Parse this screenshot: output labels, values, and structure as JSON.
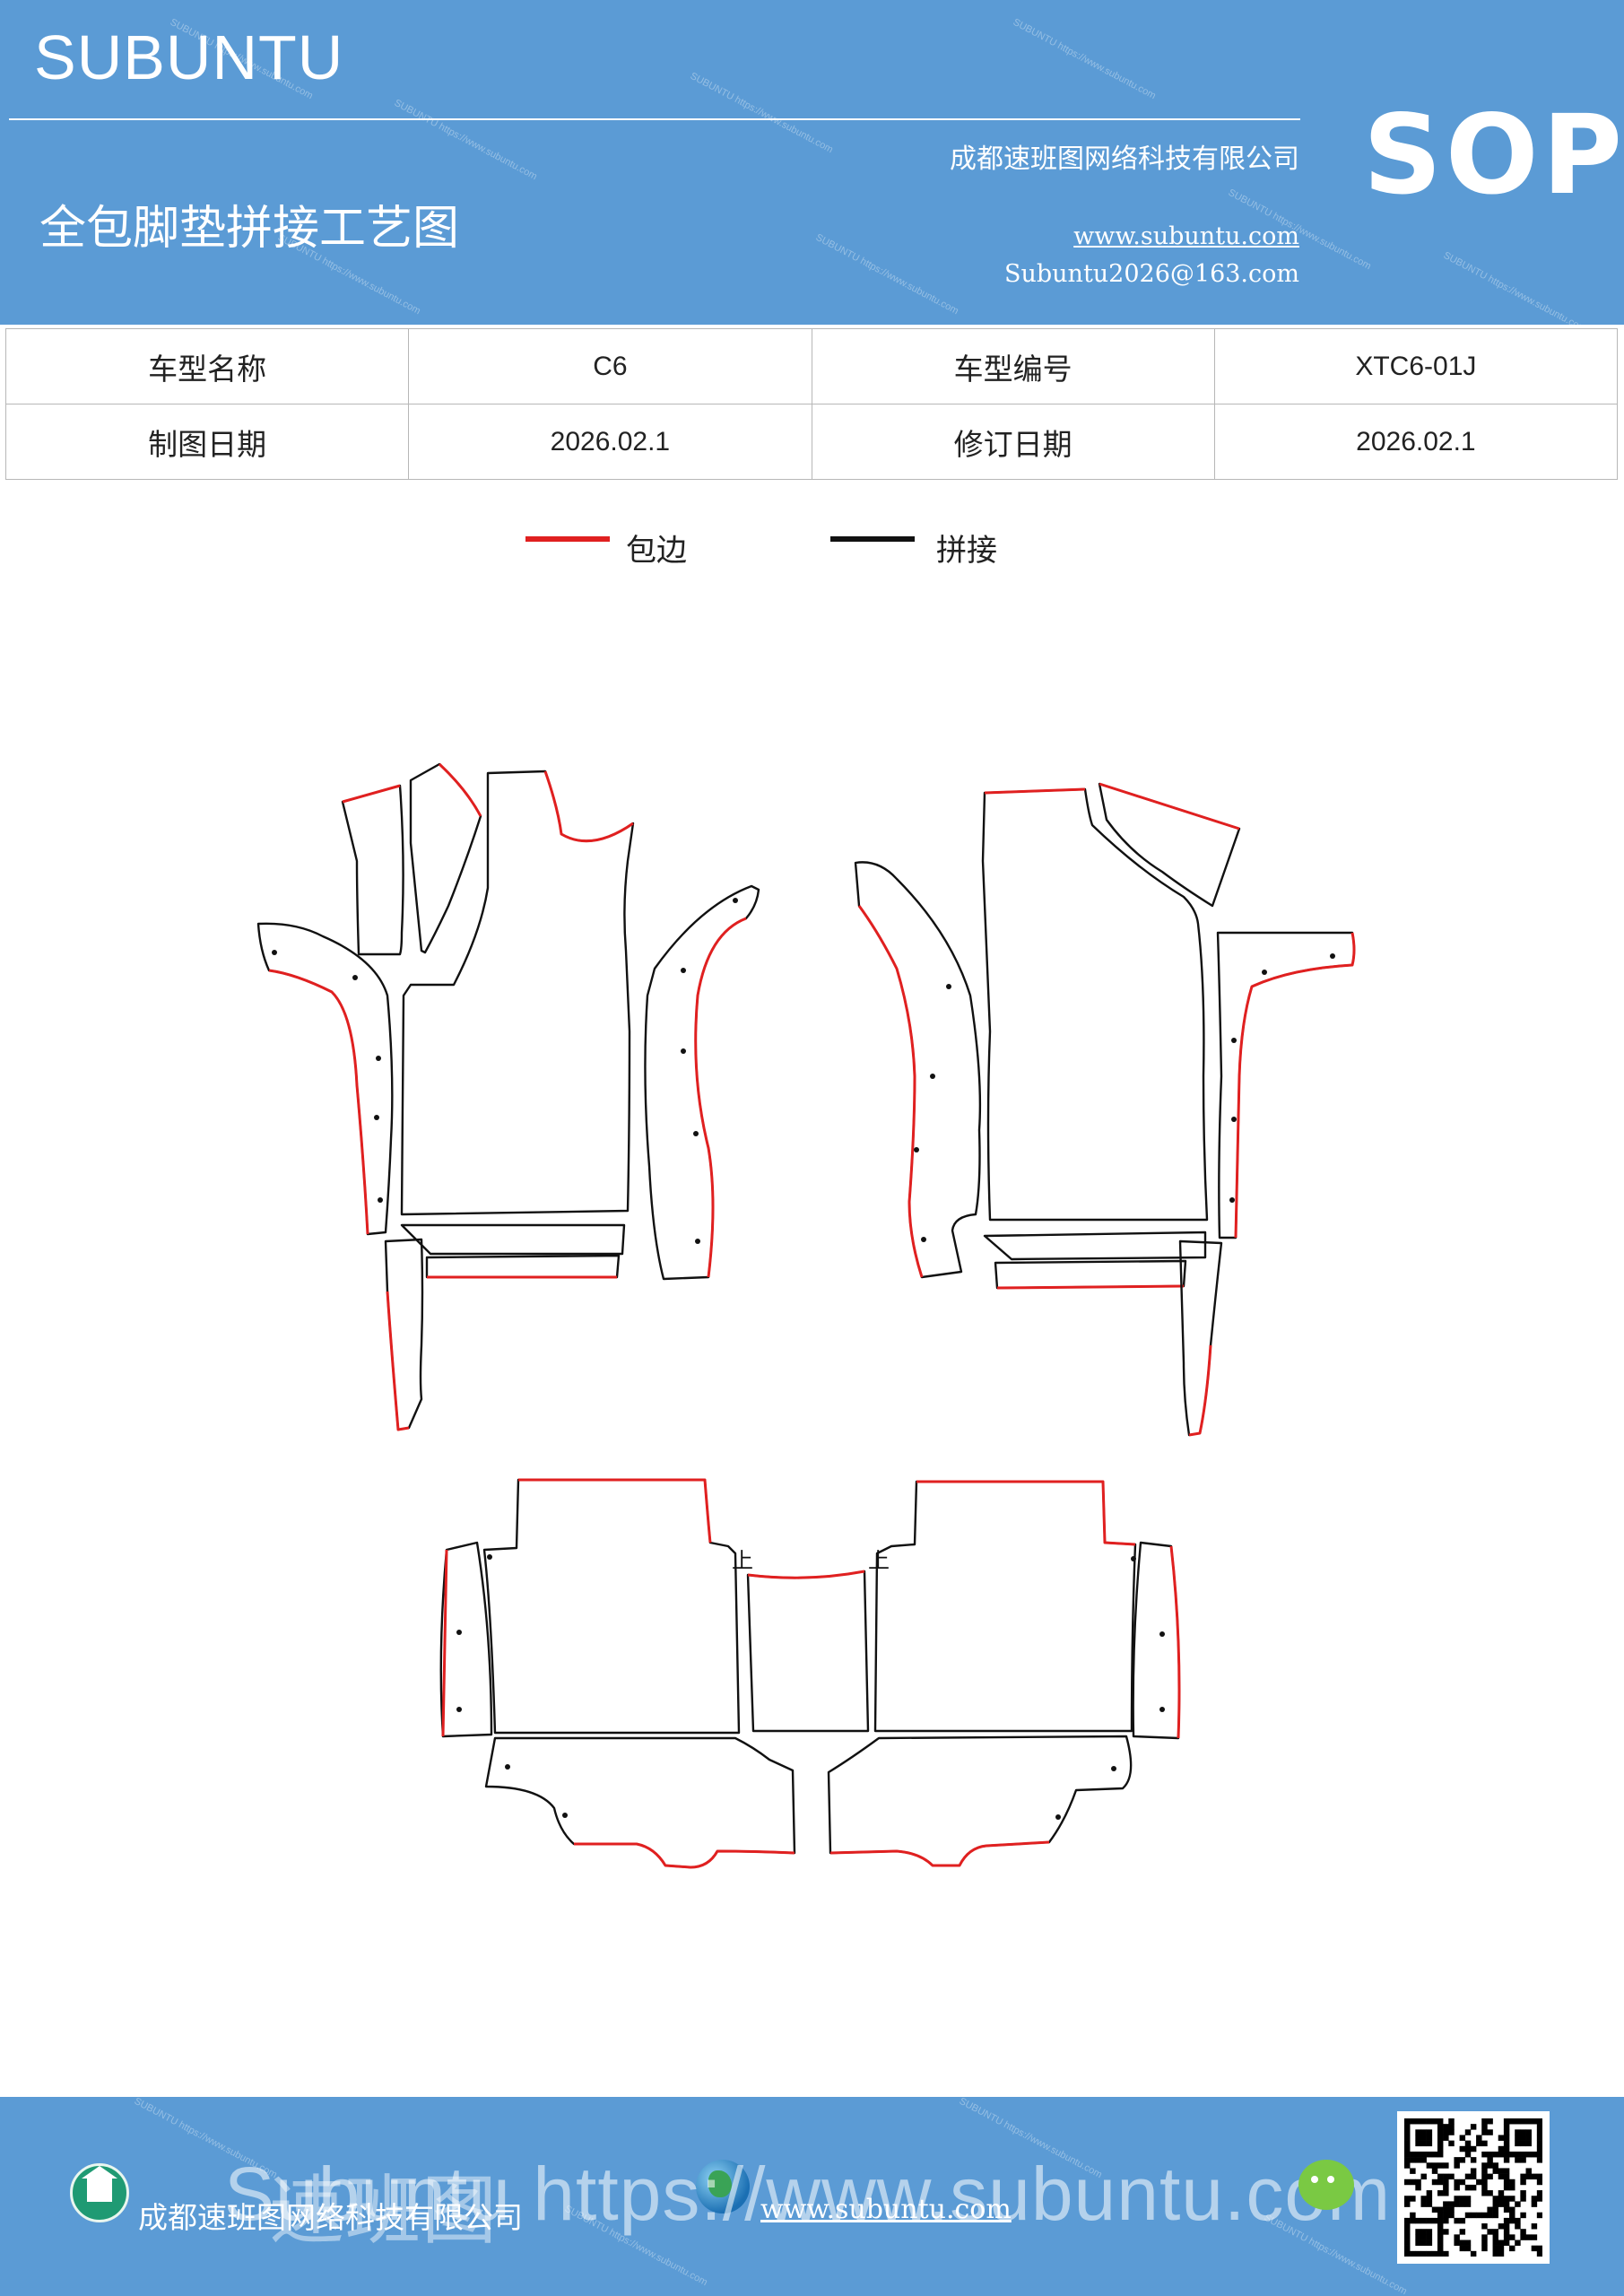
{
  "header": {
    "brand": "SUBUNTU",
    "badge": "SOP",
    "company": "成都速班图网络科技有限公司",
    "title": "全包脚垫拼接工艺图",
    "website": "www.subuntu.com",
    "email": "Subuntu2026@163.com",
    "watermark": "SUBUNTU https://www.subuntu.com"
  },
  "info_table": {
    "model_name_label": "车型名称",
    "model_name_value": "C6",
    "model_code_label": "车型编号",
    "model_code_value": "XTC6-01J",
    "draw_date_label": "制图日期",
    "draw_date_value": "2026.02.1",
    "revise_date_label": "修订日期",
    "revise_date_value": "2026.02.1"
  },
  "legend": {
    "edge_label": "包边",
    "edge_color": "#e02020",
    "splice_label": "拼接",
    "splice_color": "#111111"
  },
  "drawing": {
    "marker_label": "上"
  },
  "footer": {
    "company": "成都速班图网络科技有限公司",
    "url": "www.subuntu.com",
    "overlay_text": "Subuntu https://www.subuntu.com",
    "overlay_cn": "速班图",
    "qr_label": "QR"
  }
}
